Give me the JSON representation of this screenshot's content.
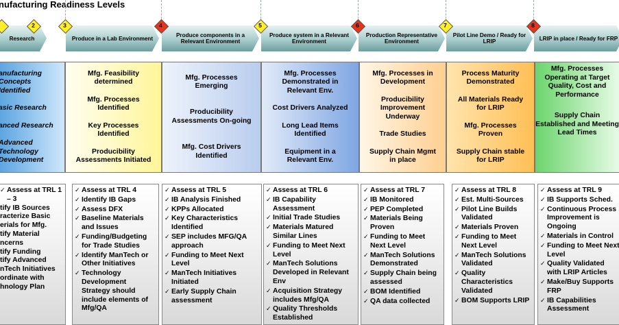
{
  "title": "nufacturing Readiness Levels",
  "markers": [
    {
      "label": "2",
      "color": "yellow"
    },
    {
      "label": "3",
      "color": "yellow"
    },
    {
      "label": "4",
      "color": "red"
    },
    {
      "label": "5",
      "color": "yellow"
    },
    {
      "label": "6",
      "color": "red"
    },
    {
      "label": "7",
      "color": "yellow"
    },
    {
      "label": "8",
      "color": "red"
    }
  ],
  "phases": [
    "Research",
    "Produce in a Lab Environment",
    "Produce components in a Relevant Environment",
    "Produce system in a Relevant Environment",
    "Production Representative Environment",
    "Pilot Line Demo / Ready for LRIP",
    "LRIP in place / Ready for FRP"
  ],
  "stages": [
    [
      "anufacturing\nConcepts Identified",
      "asic Research",
      "anced Research",
      "Advanced\nTechnology\nDevelopment"
    ],
    [
      "Mfg. Feasibility\ndetermined",
      "Mfg. Processes\nIdentified",
      "Key Processes\nIdentified",
      "Producibility\nAssessments Initiated"
    ],
    [
      "Mfg. Processes\nEmerging",
      "Producibility\nAssessments On-going",
      "Mfg. Cost Drivers\nIdentified"
    ],
    [
      "Mfg. Processes\nDemonstrated in\nRelevant Env.",
      "Cost Drivers Analyzed",
      "Long Lead Items\nIdentified",
      "Equipment in a\nRelevant Env."
    ],
    [
      "Mfg. Processes in\nDevelopment",
      "Producibility\nImprovement\nUnderway",
      "Trade Studies",
      "Supply Chain Mgmt\nin place"
    ],
    [
      "Process Maturity\nDemonstrated",
      "All Materials Ready\nfor LRIP",
      "Mfg. Processes\nProven",
      "Supply Chain stable\nfor LRIP"
    ],
    [
      "Mfg. Processes\nOperating at Target\nQuality, Cost and\nPerformance",
      "Supply Chain\nEstablished and Meeting\nLead Times"
    ]
  ],
  "checklists": [
    [
      "Assess at TRL 1 – 3",
      "tify IB Sources",
      "racterize Basic",
      "erials for Mfg.",
      "tify Material",
      "ncerns",
      "tify Funding",
      "tify Advanced",
      "nTech Initiatives",
      "ordinate with",
      "hnology Plan"
    ],
    [
      "Assess at TRL 4",
      "Identify IB Gaps",
      "Assess DFX",
      "Baseline Materials and Issues",
      "Funding/Budgeting for Trade Studies",
      "Identify ManTech or Other Initiatives",
      "Technology Development Strategy should include elements of Mfg/QA"
    ],
    [
      "Assess at TRL 5",
      "IB Analysis Finished",
      "KPPs Allocated",
      "Key Characteristics Identified",
      "SEP includes MFG/QA approach",
      "Funding to Meet Next Level",
      "ManTech Initiatives Initiated",
      "Early Supply Chain assessment"
    ],
    [
      "Assess at TRL 6",
      "IB Capability Assessment",
      "Initial Trade Studies",
      "Materials Matured Similar Lines",
      "Funding to Meet Next Level",
      "ManTech Solutions Developed in Relevant Env",
      "Acquisition Strategy includes Mfg/QA",
      "Quality Thresholds Established"
    ],
    [
      "Assess at TRL 7",
      "IB Monitored",
      "PEP Completed",
      "Materials Being Proven",
      "Funding to Meet Next Level",
      "ManTech Solutions Demonstrated",
      "Supply Chain being assessed",
      "BOM Identified",
      "QA data collected"
    ],
    [
      "Assess at TRL 8",
      "Est. Multi-Sources",
      "Pilot Line Builds Validated",
      "Materials Proven",
      "Funding to Meet Next Level",
      "ManTech Solutions Validated",
      "Quality Characteristics Validated",
      "BOM Supports LRIP"
    ],
    [
      "Assess at TRL 9",
      "IB Supports Sched.",
      "Continuous Process Improvement is Ongoing",
      "Materials in Control",
      "Funding to Meet Next Level",
      "Quality Validated with LRIP Articles",
      "Make/Buy Supports FRP",
      "IB Capabilities Assessment"
    ]
  ],
  "colors": {
    "yellow_marker": "#ffef2a",
    "red_marker": "#e5361c",
    "stage_fills": [
      "#8fc6f0",
      "#fffbb8",
      "#c9d8f2",
      "#9bb9ea",
      "#ffd9a8",
      "#ffcf7a",
      "#8fe08f"
    ]
  }
}
